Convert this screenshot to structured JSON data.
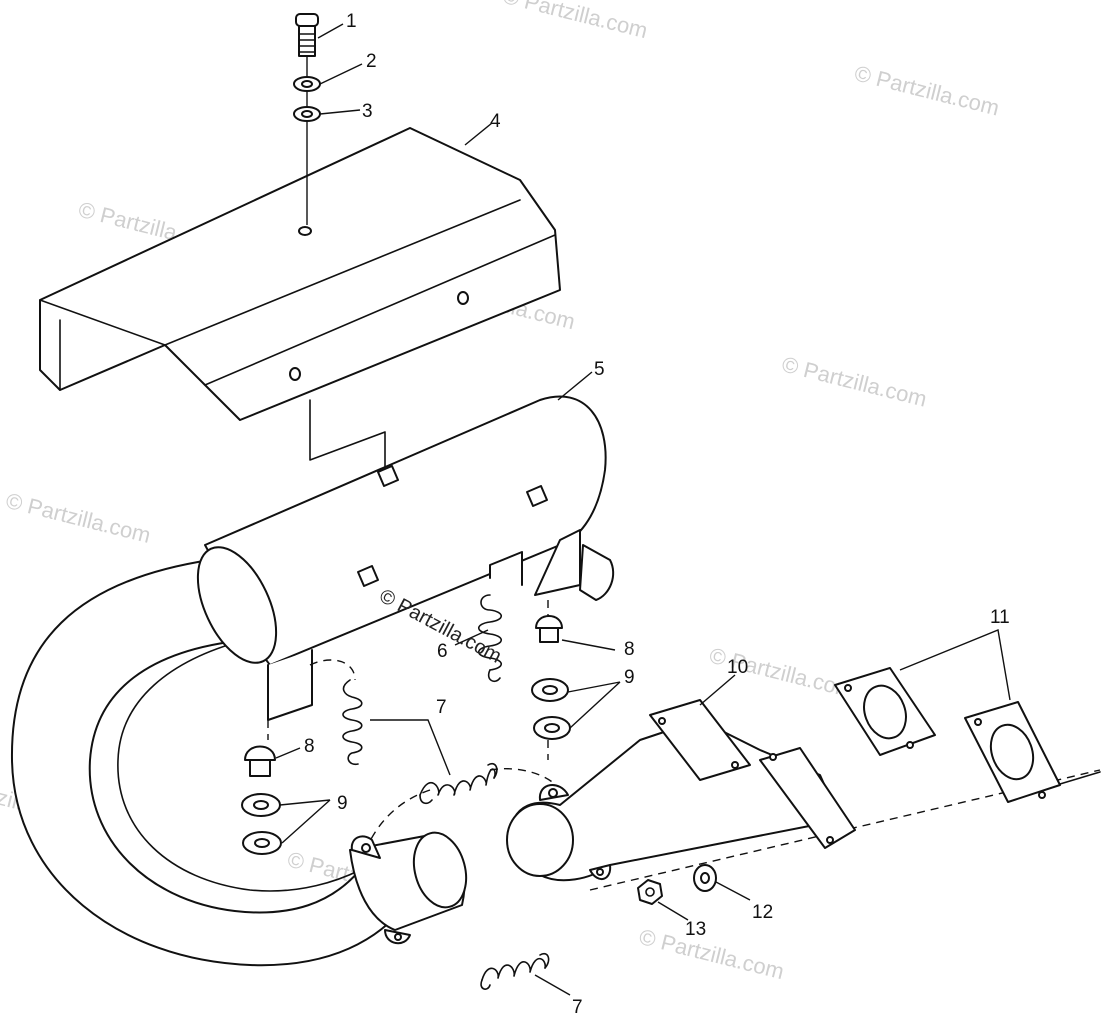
{
  "watermark": {
    "text": "© Partzilla.com",
    "color": "#cfcfcf"
  },
  "callouts": [
    {
      "id": "c1",
      "label": "1"
    },
    {
      "id": "c2",
      "label": "2"
    },
    {
      "id": "c3",
      "label": "3"
    },
    {
      "id": "c4",
      "label": "4"
    },
    {
      "id": "c5",
      "label": "5"
    },
    {
      "id": "c6",
      "label": "6"
    },
    {
      "id": "c7a",
      "label": "7"
    },
    {
      "id": "c7b",
      "label": "7"
    },
    {
      "id": "c8a",
      "label": "8"
    },
    {
      "id": "c8b",
      "label": "8"
    },
    {
      "id": "c9a",
      "label": "9"
    },
    {
      "id": "c9b",
      "label": "9"
    },
    {
      "id": "c10",
      "label": "10"
    },
    {
      "id": "c11",
      "label": "11"
    },
    {
      "id": "c12",
      "label": "12"
    },
    {
      "id": "c13",
      "label": "13"
    }
  ]
}
